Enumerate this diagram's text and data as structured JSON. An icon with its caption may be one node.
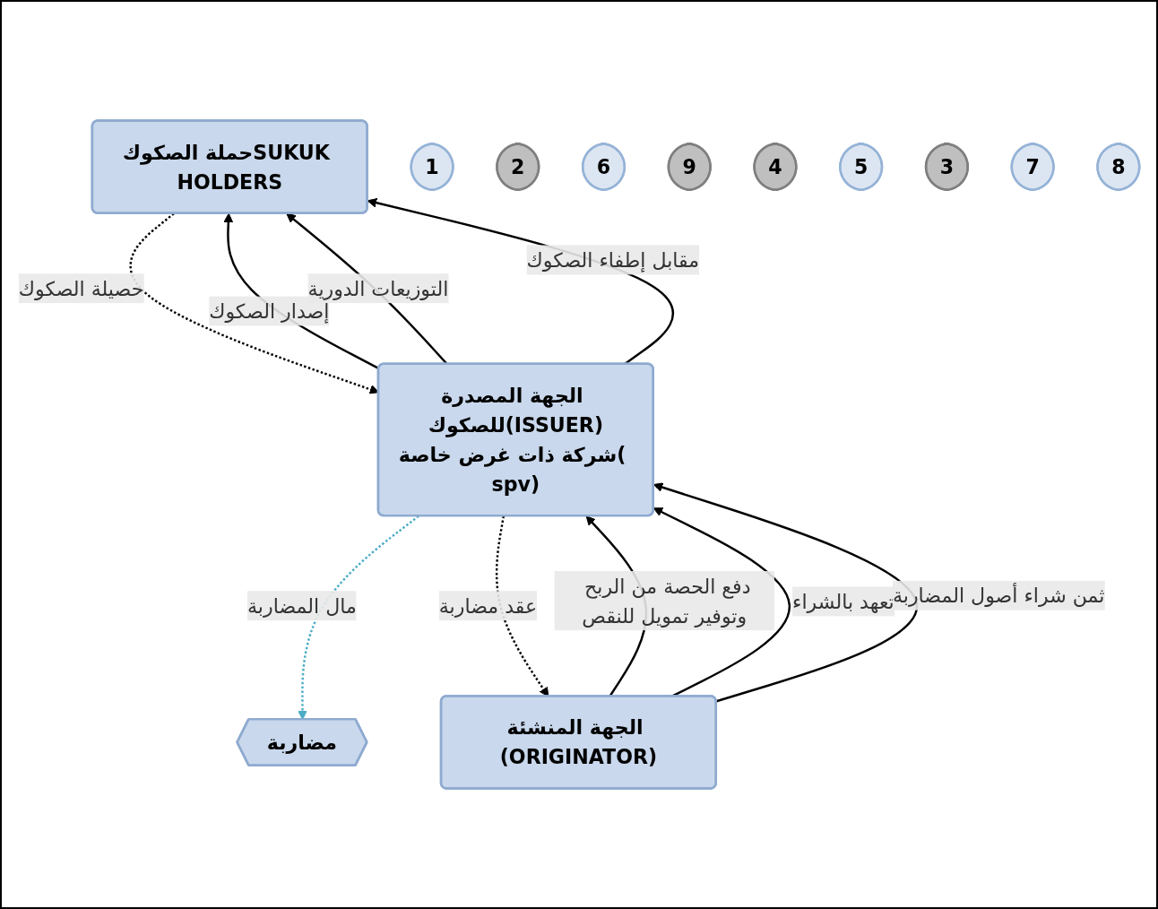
{
  "diagram": {
    "nodes": [
      {
        "text": [
          "حملة الصكوكSUKUK HOLDERS"
        ]
      },
      {
        "text": [
          "الجهة المصدرة للصكوك(ISSUER)",
          "شركة ذات غرض خاصة( spv)"
        ]
      },
      {
        "text": [
          "الجهة المنشئة (ORIGINATOR)"
        ]
      },
      {
        "text": [
          "مضاربة"
        ]
      },
      {
        "text": [
          "1"
        ]
      },
      {
        "text": [
          "2"
        ]
      },
      {
        "text": [
          "6"
        ]
      },
      {
        "text": [
          "9"
        ]
      },
      {
        "text": [
          "4"
        ]
      },
      {
        "text": [
          "5"
        ]
      },
      {
        "text": [
          "3"
        ]
      },
      {
        "text": [
          "7"
        ]
      },
      {
        "text": [
          "8"
        ]
      }
    ],
    "edges": [
      {
        "from": 1,
        "to": 0,
        "arrow": "to",
        "label": "إصدار الصكوك"
      },
      {
        "from": 0,
        "to": 1,
        "arrow": "to",
        "label": "حصيلة الصكوك",
        "style": "dashed"
      },
      {
        "from": 1,
        "to": 0,
        "arrow": "to",
        "label": "التوزيعات الدورية"
      },
      {
        "from": 1,
        "to": 0,
        "arrow": "to",
        "label": "مقابل إطفاء الصكوك"
      },
      {
        "from": 1,
        "to": 3,
        "arrow": "to",
        "label": "مال المضاربة",
        "style": "dashed",
        "color": "#4bacc6"
      },
      {
        "from": 2,
        "to": 1,
        "arrow": "to",
        "label": "دفع الحصة من الربح وتوفير تمويل للنقص"
      },
      {
        "from": 1,
        "to": 2,
        "arrow": "to",
        "label": "عقد مضاربة",
        "style": "dashed"
      },
      {
        "from": 2,
        "to": 1,
        "arrow": "to",
        "label": "تعهد بالشراء"
      },
      {
        "from": 2,
        "to": 1,
        "arrow": "to",
        "label": "ثمن شراء أصول المضاربة"
      }
    ]
  }
}
